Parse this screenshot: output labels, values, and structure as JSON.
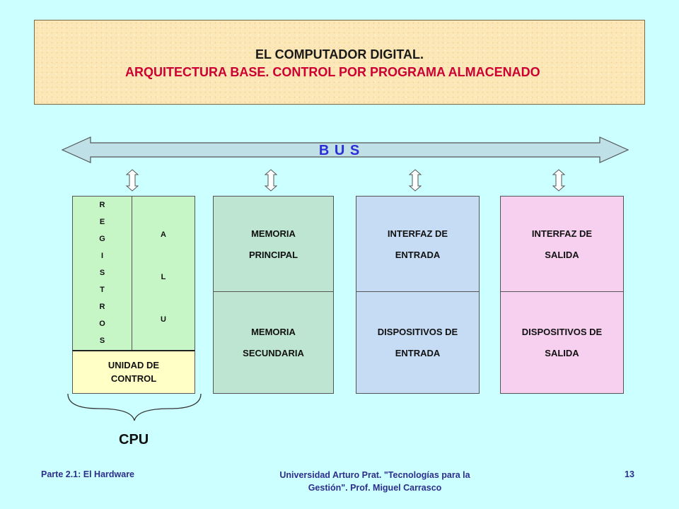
{
  "title": {
    "main": "EL COMPUTADOR DIGITAL.",
    "sub": "ARQUITECTURA BASE. CONTROL POR PROGRAMA ALMACENADO"
  },
  "bus": {
    "label": "B U S"
  },
  "cpu": {
    "registros_letters": [
      "R",
      "E",
      "G",
      "I",
      "S",
      "T",
      "R",
      "O",
      "S"
    ],
    "alu_letters": [
      "A",
      "L",
      "U"
    ],
    "control_line1": "UNIDAD DE",
    "control_line2": "CONTROL",
    "label": "CPU"
  },
  "memoria": {
    "top_line1": "MEMORIA",
    "top_line2": "PRINCIPAL",
    "bottom_line1": "MEMORIA",
    "bottom_line2": "SECUNDARIA"
  },
  "entrada": {
    "top_line1": "INTERFAZ DE",
    "top_line2": "ENTRADA",
    "bottom_line1": "DISPOSITIVOS DE",
    "bottom_line2": "ENTRADA"
  },
  "salida": {
    "top_line1": "INTERFAZ DE",
    "top_line2": "SALIDA",
    "bottom_line1": "DISPOSITIVOS DE",
    "bottom_line2": "SALIDA"
  },
  "footer": {
    "left": "Parte 2.1: El Hardware",
    "center_line1": "Universidad Arturo Prat. \"Tecnologías para la",
    "center_line2": "Gestión\".  Prof. Miguel Carrasco",
    "page_number": "13"
  },
  "colors": {
    "background": "#ccffff",
    "cpu_green": "#c6f5c6",
    "control_yellow": "#ffffc6",
    "memoria_green": "#bde5d2",
    "entrada_blue": "#c6dcf4",
    "salida_pink": "#f7d0ef",
    "bus_fill": "#bfe0e6",
    "title_red": "#cc0033",
    "bus_text": "#2d2dd8"
  }
}
